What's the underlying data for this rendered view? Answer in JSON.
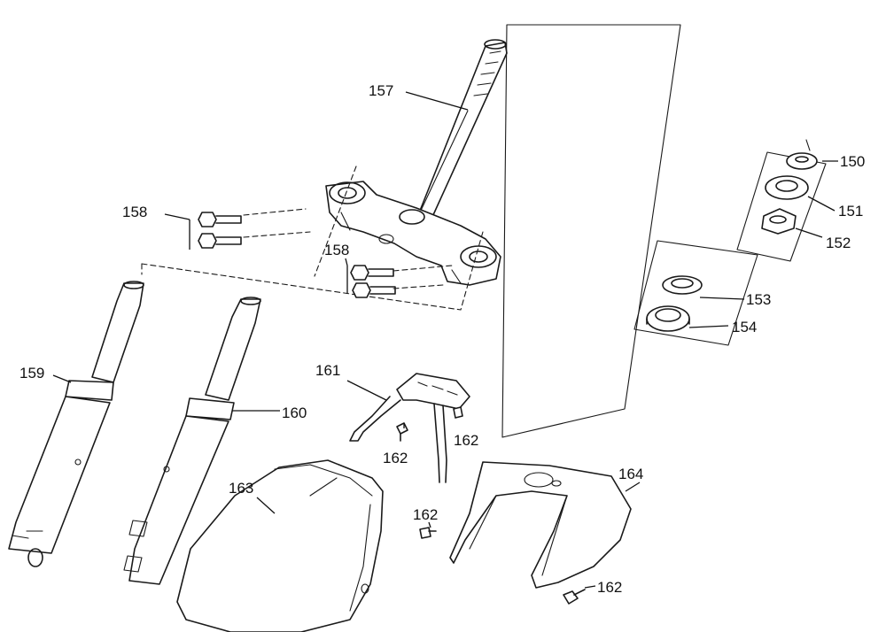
{
  "callouts": [
    {
      "id": "c150",
      "text": "150"
    },
    {
      "id": "c151",
      "text": "151"
    },
    {
      "id": "c152",
      "text": "152"
    },
    {
      "id": "c153",
      "text": "153"
    },
    {
      "id": "c154",
      "text": "154"
    },
    {
      "id": "c157",
      "text": "157"
    },
    {
      "id": "c158a",
      "text": "158"
    },
    {
      "id": "c158b",
      "text": "158"
    },
    {
      "id": "c159",
      "text": "159"
    },
    {
      "id": "c160",
      "text": "160"
    },
    {
      "id": "c161",
      "text": "161"
    },
    {
      "id": "c162a",
      "text": "162"
    },
    {
      "id": "c162b",
      "text": "162"
    },
    {
      "id": "c162c",
      "text": "162"
    },
    {
      "id": "c162d",
      "text": "162"
    },
    {
      "id": "c163",
      "text": "163"
    },
    {
      "id": "c164",
      "text": "164"
    }
  ],
  "colors": {
    "line": "#1a1a1a",
    "background": "#ffffff"
  }
}
